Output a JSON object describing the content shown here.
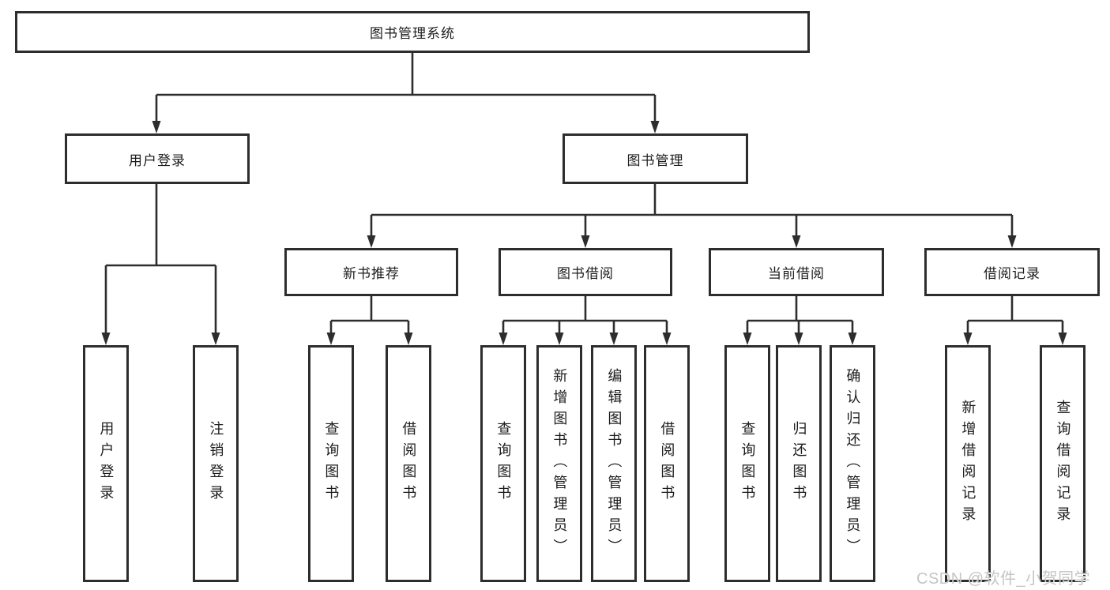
{
  "colors": {
    "line": "#2d2d2d",
    "text": "#1c1c1c",
    "box_background": "#ffffff",
    "watermark": "#c5c5c5",
    "background": "#ffffff"
  },
  "watermark": "CSDN @软件_小贺同学",
  "tree": {
    "label": "图书管理系统",
    "children": [
      {
        "label": "用户登录",
        "children": [
          {
            "label": "用户登录"
          },
          {
            "label": "注销登录"
          }
        ]
      },
      {
        "label": "图书管理",
        "children": [
          {
            "label": "新书推荐",
            "children": [
              {
                "label": "查询图书"
              },
              {
                "label": "借阅图书"
              }
            ]
          },
          {
            "label": "图书借阅",
            "children": [
              {
                "label": "查询图书"
              },
              {
                "label": "新增图书（管理员）"
              },
              {
                "label": "编辑图书（管理员）"
              },
              {
                "label": "借阅图书"
              }
            ]
          },
          {
            "label": "当前借阅",
            "children": [
              {
                "label": "查询图书"
              },
              {
                "label": "归还图书"
              },
              {
                "label": "确认归还（管理员）"
              }
            ]
          },
          {
            "label": "借阅记录",
            "children": [
              {
                "label": "新增借阅记录"
              },
              {
                "label": "查询借阅记录"
              }
            ]
          }
        ]
      }
    ]
  }
}
